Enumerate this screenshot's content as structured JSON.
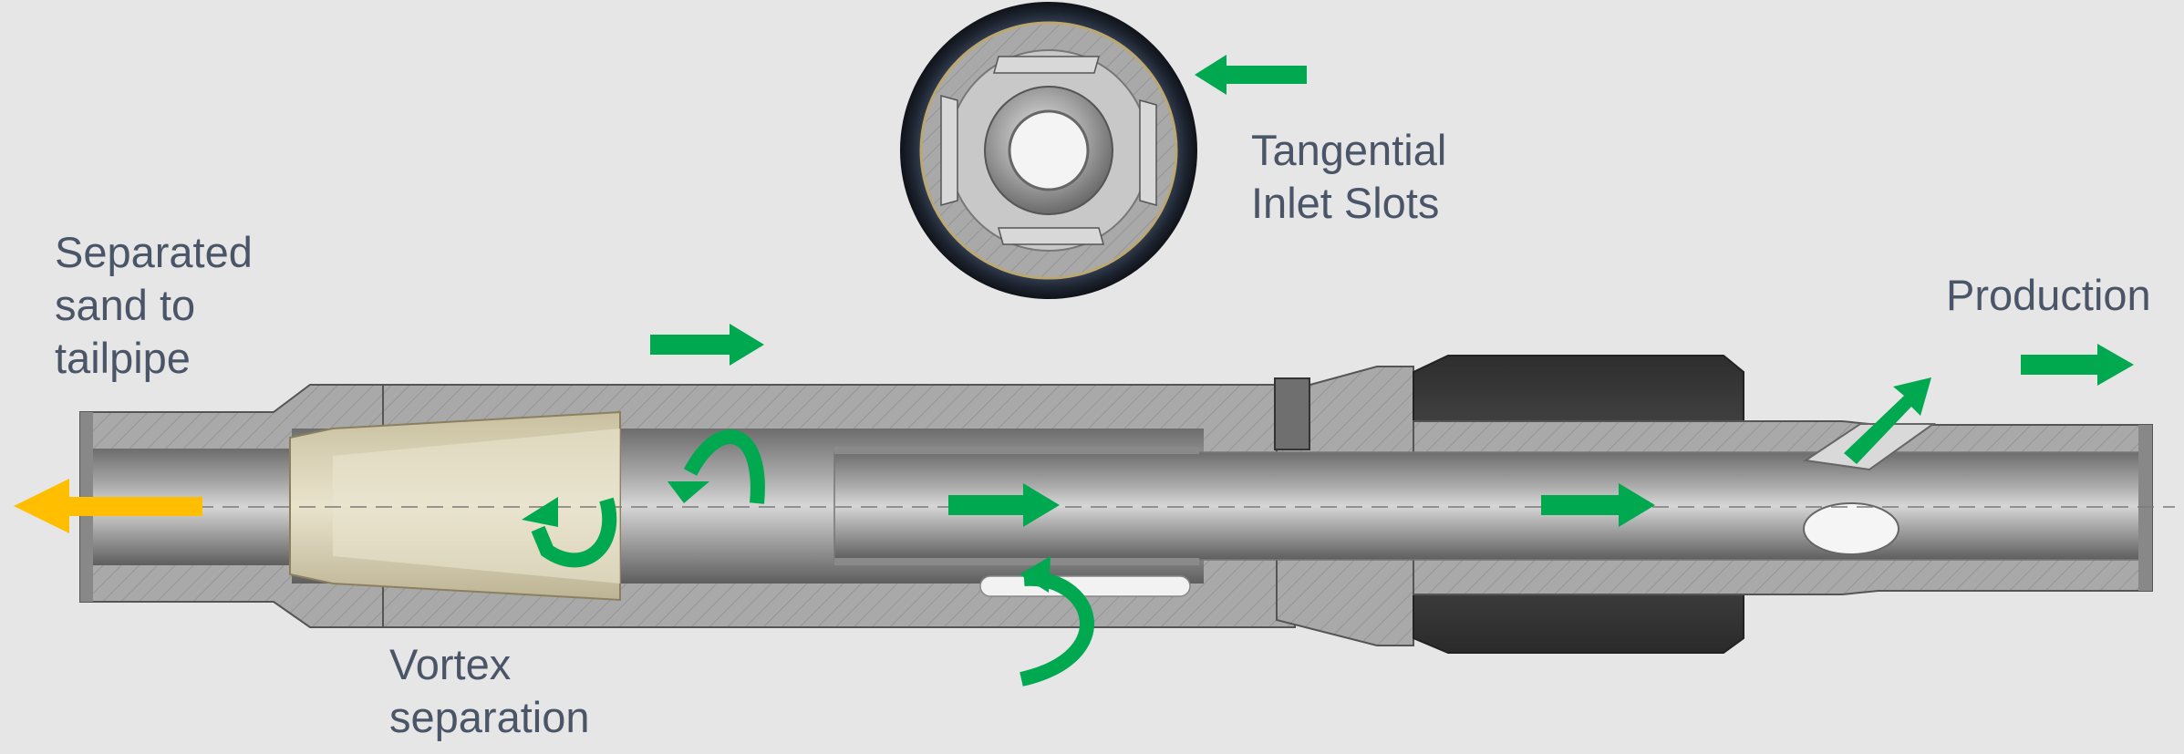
{
  "labels": {
    "sand_line1": "Separated",
    "sand_line2": "sand to",
    "sand_line3": "tailpipe",
    "vortex_line1": "Vortex",
    "vortex_line2": "separation",
    "inlet_line1": "Tangential",
    "inlet_line2": "Inlet Slots",
    "production": "Production"
  },
  "colors": {
    "background": "#e6e6e6",
    "label_text": "#4a5568",
    "flow_arrow": "#00a84f",
    "sand_arrow": "#ffbf00",
    "steel_light": "#cfcfcf",
    "steel_dark": "#6f6f6f",
    "cone": "#ddd6b8",
    "clamp_dark": "#3a3a3a"
  },
  "icons": {
    "flow_arrows": "green-arrow-icon",
    "sand_arrow": "yellow-arrow-icon",
    "swirl_arrows": "curved-arrow-icon"
  }
}
